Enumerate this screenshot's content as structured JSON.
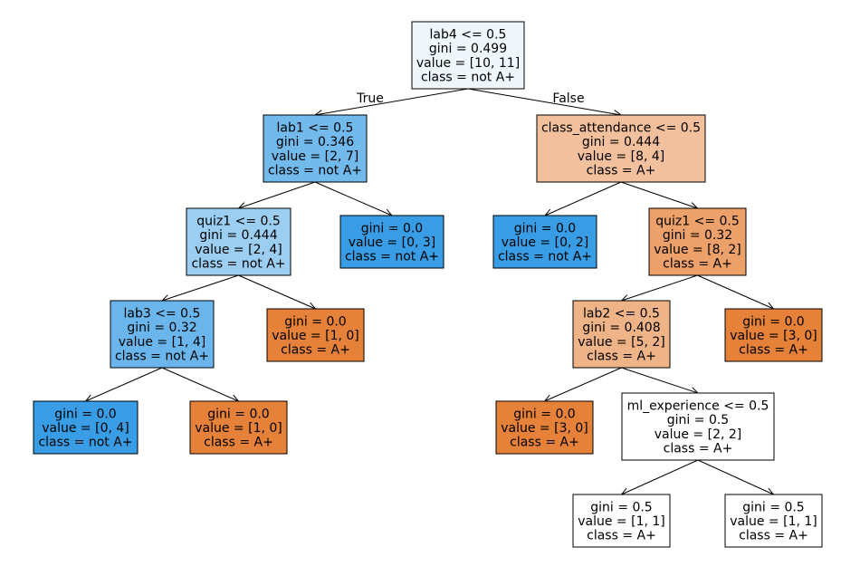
{
  "tree": {
    "branch_labels": {
      "true_label": "True",
      "false_label": "False"
    },
    "nodes": [
      {
        "id": "n0",
        "lines": [
          "lab4 <= 0.5",
          "gini = 0.499",
          "value = [10, 11]",
          "class = not A+"
        ],
        "fill": "#eff7fd"
      },
      {
        "id": "n1",
        "lines": [
          "lab1 <= 0.5",
          "gini = 0.346",
          "value = [2, 7]",
          "class = not A+"
        ],
        "fill": "#72b9ec"
      },
      {
        "id": "n2",
        "lines": [
          "quiz1 <= 0.5",
          "gini = 0.444",
          "value = [2, 4]",
          "class = not A+"
        ],
        "fill": "#9ccef2"
      },
      {
        "id": "n3",
        "lines": [
          "lab3 <= 0.5",
          "gini = 0.32",
          "value = [1, 4]",
          "class = not A+"
        ],
        "fill": "#6ab6ec"
      },
      {
        "id": "n4",
        "lines": [
          "gini = 0.0",
          "value = [0, 4]",
          "class = not A+"
        ],
        "fill": "#399de5"
      },
      {
        "id": "n5",
        "lines": [
          "gini = 0.0",
          "value = [1, 0]",
          "class = A+"
        ],
        "fill": "#e58139"
      },
      {
        "id": "n6",
        "lines": [
          "gini = 0.0",
          "value = [1, 0]",
          "class = A+"
        ],
        "fill": "#e58139"
      },
      {
        "id": "n7",
        "lines": [
          "gini = 0.0",
          "value = [0, 3]",
          "class = not A+"
        ],
        "fill": "#399de5"
      },
      {
        "id": "n8",
        "lines": [
          "class_attendance <= 0.5",
          "gini = 0.444",
          "value = [8, 4]",
          "class = A+"
        ],
        "fill": "#f2c09c"
      },
      {
        "id": "n9",
        "lines": [
          "gini = 0.0",
          "value = [0, 2]",
          "class = not A+"
        ],
        "fill": "#399de5"
      },
      {
        "id": "n10",
        "lines": [
          "quiz1 <= 0.5",
          "gini = 0.32",
          "value = [8, 2]",
          "class = A+"
        ],
        "fill": "#eca06a"
      },
      {
        "id": "n11",
        "lines": [
          "lab2 <= 0.5",
          "gini = 0.408",
          "value = [5, 2]",
          "class = A+"
        ],
        "fill": "#efb388"
      },
      {
        "id": "n12",
        "lines": [
          "gini = 0.0",
          "value = [3, 0]",
          "class = A+"
        ],
        "fill": "#e58139"
      },
      {
        "id": "n13",
        "lines": [
          "ml_experience <= 0.5",
          "gini = 0.5",
          "value = [2, 2]",
          "class = A+"
        ],
        "fill": "#ffffff"
      },
      {
        "id": "n14",
        "lines": [
          "gini = 0.5",
          "value = [1, 1]",
          "class = A+"
        ],
        "fill": "#ffffff"
      },
      {
        "id": "n15",
        "lines": [
          "gini = 0.5",
          "value = [1, 1]",
          "class = A+"
        ],
        "fill": "#ffffff"
      },
      {
        "id": "n16",
        "lines": [
          "gini = 0.0",
          "value = [3, 0]",
          "class = A+"
        ],
        "fill": "#e58139"
      }
    ],
    "edges": [
      [
        "n0",
        "n1"
      ],
      [
        "n0",
        "n8"
      ],
      [
        "n1",
        "n2"
      ],
      [
        "n1",
        "n7"
      ],
      [
        "n2",
        "n3"
      ],
      [
        "n2",
        "n6"
      ],
      [
        "n3",
        "n4"
      ],
      [
        "n3",
        "n5"
      ],
      [
        "n8",
        "n9"
      ],
      [
        "n8",
        "n10"
      ],
      [
        "n10",
        "n11"
      ],
      [
        "n10",
        "n16"
      ],
      [
        "n11",
        "n12"
      ],
      [
        "n11",
        "n13"
      ],
      [
        "n13",
        "n14"
      ],
      [
        "n13",
        "n15"
      ]
    ]
  }
}
